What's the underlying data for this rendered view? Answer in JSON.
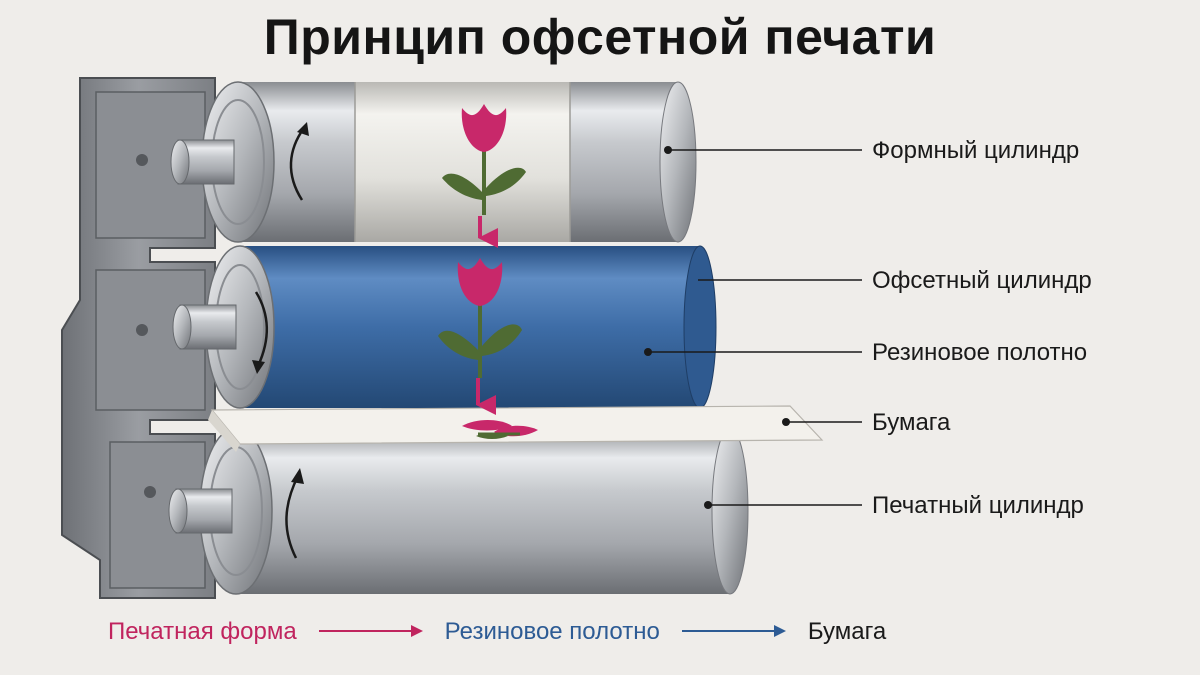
{
  "title": "Принцип офсетной печати",
  "labels": {
    "plate_cylinder": "Формный цилиндр",
    "blanket_cylinder": "Офсетный цилиндр",
    "rubber_blanket": "Резиновое полотно",
    "paper": "Бумага",
    "impression_cylinder": "Печатный цилиндр"
  },
  "flow": {
    "step1": "Печатная форма",
    "step2": "Резиновое полотно",
    "step3": "Бумага"
  },
  "colors": {
    "ink": "#c8286a",
    "blanket": "#3b6aa5",
    "leaf": "#4f6b33",
    "step1_text": "#c0245e",
    "step2_text": "#2d5b94",
    "step3_text": "#1a1a1a"
  }
}
